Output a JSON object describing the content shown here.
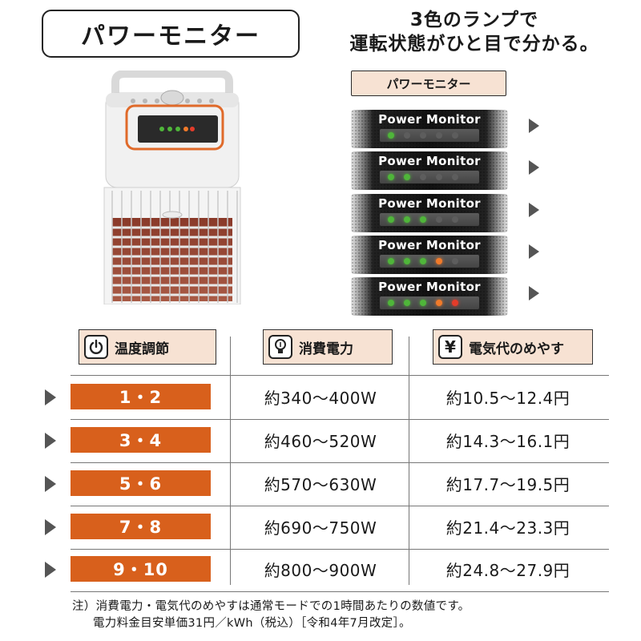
{
  "header": {
    "title": "パワーモニター",
    "subtitle_line1": "3色のランプで",
    "subtitle_line2": "運転状態がひと目で分かる。"
  },
  "monitor": {
    "header_label": "パワーモニター",
    "panel_label": "Power Monitor",
    "colors": {
      "green": "#4fb53a",
      "orange": "#f07a2a",
      "red": "#e43c2a",
      "off": "#5d5d5d"
    },
    "states": [
      {
        "lit": [
          "green",
          "off",
          "off",
          "off",
          "off"
        ]
      },
      {
        "lit": [
          "green",
          "green",
          "off",
          "off",
          "off"
        ]
      },
      {
        "lit": [
          "green",
          "green",
          "green",
          "off",
          "off"
        ]
      },
      {
        "lit": [
          "green",
          "green",
          "green",
          "orange",
          "off"
        ]
      },
      {
        "lit": [
          "green",
          "green",
          "green",
          "orange",
          "red"
        ]
      }
    ]
  },
  "table": {
    "columns": [
      {
        "icon": "power-icon",
        "label": "温度調節"
      },
      {
        "icon": "lightbulb-icon",
        "label": "消費電力"
      },
      {
        "icon": "yen-icon",
        "symbol": "¥",
        "label": "電気代のめやす"
      }
    ],
    "rows": [
      {
        "level": "1・2",
        "power": "約340〜400W",
        "cost": "約10.5〜12.4円"
      },
      {
        "level": "3・4",
        "power": "約460〜520W",
        "cost": "約14.3〜16.1円"
      },
      {
        "level": "5・6",
        "power": "約570〜630W",
        "cost": "約17.7〜19.5円"
      },
      {
        "level": "7・8",
        "power": "約690〜750W",
        "cost": "約21.4〜23.3円"
      },
      {
        "level": "9・10",
        "power": "約800〜900W",
        "cost": "約24.8〜27.9円"
      }
    ],
    "accent": "#d8601c",
    "header_bg": "#f7e2d3"
  },
  "note": {
    "line1": "注）消費電力・電気代のめやすは通常モードでの1時間あたりの数値です。",
    "line2": "電力料金目安単価31円／kWh（税込）［令和4年7月改定］。"
  }
}
